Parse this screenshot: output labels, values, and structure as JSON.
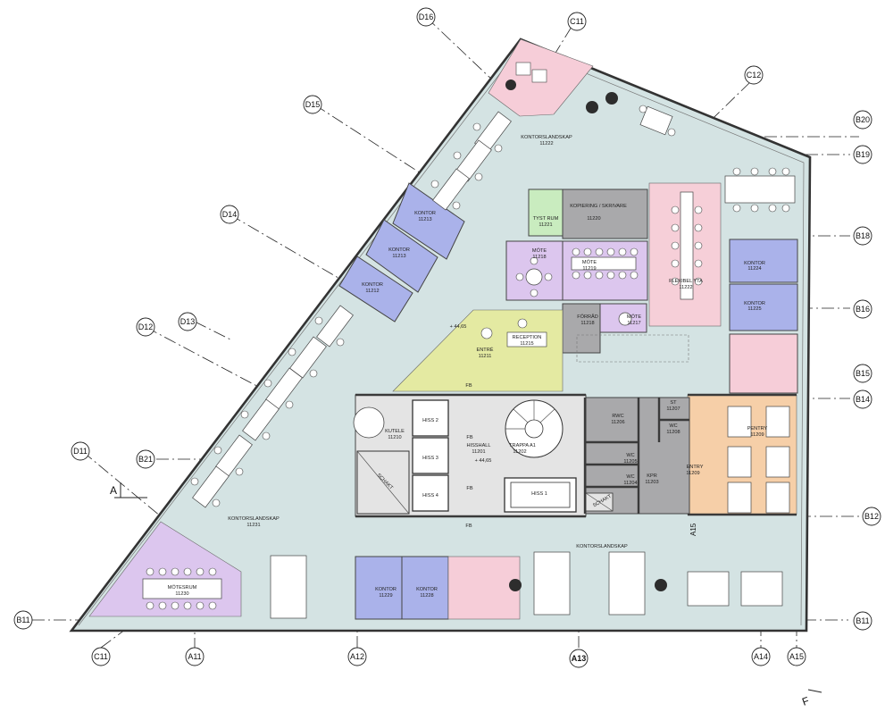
{
  "grid": {
    "top": [
      "D16",
      "C11",
      "C12"
    ],
    "right": [
      "B20",
      "B19",
      "B18",
      "B16",
      "B15",
      "B14",
      "B12",
      "B11"
    ],
    "left": [
      "D15",
      "D14",
      "D13",
      "D12",
      "D11",
      "B21",
      "B11"
    ],
    "bottom": [
      "C11",
      "A11",
      "A12",
      "A13",
      "A14",
      "A15"
    ]
  },
  "rooms": {
    "kontorslandskap_n": {
      "name": "KONTORSLANDSKAP",
      "num": "11222"
    },
    "kontor_1": {
      "name": "KONTOR",
      "num": "11213"
    },
    "kontor_2": {
      "name": "KONTOR",
      "num": "11213"
    },
    "kontor_3": {
      "name": "KONTOR",
      "num": "11212"
    },
    "tyst_rum": {
      "name": "TYST RUM",
      "num": "11221"
    },
    "kopiering": {
      "name": "KOPIERING / SKRIVARE",
      "num": "11220"
    },
    "mote_1": {
      "name": "MÖTE",
      "num": "11218"
    },
    "mote_2": {
      "name": "MÖTE",
      "num": "11219"
    },
    "flexibel_yta": {
      "name": "FLEXIBEL YTA",
      "num": "11222"
    },
    "kontor_e1": {
      "name": "KONTOR",
      "num": "11224"
    },
    "kontor_e2": {
      "name": "KONTOR",
      "num": "11225"
    },
    "forrad": {
      "name": "FÖRRÅD",
      "num": "11218"
    },
    "mote_3": {
      "name": "MÖTE",
      "num": "11217"
    },
    "reception": {
      "name": "RECEPTION",
      "num": "11215"
    },
    "entre": {
      "name": "ENTRÉ",
      "num": "11211"
    },
    "level_1": "+ 44,65",
    "level_2": "+ 44,65",
    "kutele": {
      "name": "KUTELE",
      "num": "11210"
    },
    "hiss2": "HISS 2",
    "hiss3": "HISS 3",
    "hiss4": "HISS 4",
    "hiss1": "HISS 1",
    "hisshall": {
      "name": "HISSHALL",
      "num": "11201"
    },
    "trappa": {
      "name": "TRAPPA A1",
      "num": "11202"
    },
    "rwc": {
      "name": "RWC",
      "num": "11206"
    },
    "st": {
      "name": "ST",
      "num": "11207"
    },
    "wc_1": {
      "name": "WC",
      "num": "11208"
    },
    "wc_2": {
      "name": "WC",
      "num": "11205"
    },
    "wc_3": {
      "name": "WC",
      "num": "11204"
    },
    "kpr": {
      "name": "KPR",
      "num": "11203"
    },
    "entry": {
      "name": "ENTRY",
      "num": "11209"
    },
    "pentry": {
      "name": "PENTRY",
      "num": "11209"
    },
    "schakt_1": "SCHAKT",
    "schakt_2": "SCHAKT",
    "fb_1": "FB",
    "fb_2": "FB",
    "fb_3": "FB",
    "fb_4": "FB",
    "kontorslandskap_sw": {
      "name": "KONTORSLANDSKAP",
      "num": "11231"
    },
    "kontorslandskap_s": {
      "name": "KONTORSLANDSKAP"
    },
    "motesrum": {
      "name": "MÖTESRUM",
      "num": "11230"
    },
    "kontor_s1": {
      "name": "KONTOR",
      "num": "11229"
    },
    "kontor_s2": {
      "name": "KONTOR",
      "num": "11228"
    }
  },
  "section_marks": {
    "a": "A",
    "f": "F",
    "a15_side": "A15"
  },
  "colors": {
    "office_landscape": "#d4e3e3",
    "office": "#aab2ea",
    "meeting": "#dcc6ee",
    "flex": "#f6cfd8",
    "quiet": "#c9ecbf",
    "copy": "#a9a9ab",
    "entrance": "#e4eaa2",
    "kitchen": "#f6cfa8",
    "service": "#a9a9ab",
    "corridor": "#e4e4e4",
    "lounge": "#f6cdd8"
  }
}
